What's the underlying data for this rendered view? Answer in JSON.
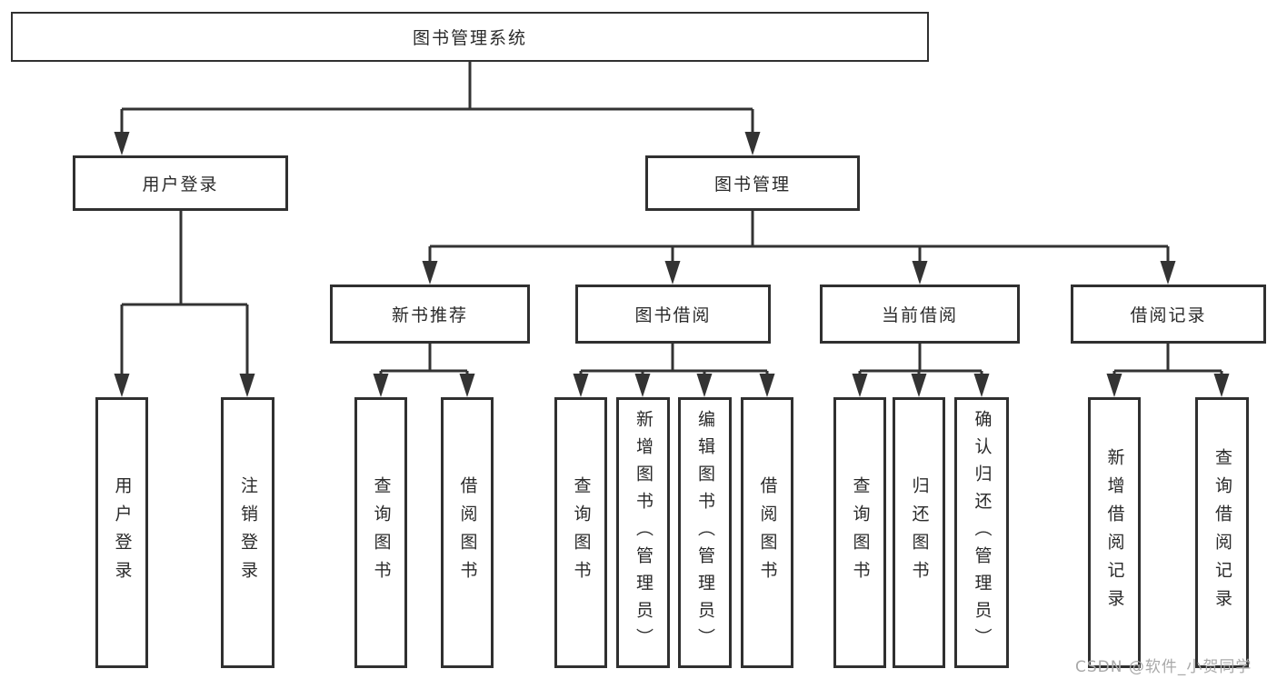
{
  "diagram_type": "hierarchy",
  "tree": {
    "label": "图书管理系统",
    "children": [
      {
        "label": "用户登录",
        "children": [
          {
            "label": "用户登录"
          },
          {
            "label": "注销登录"
          }
        ]
      },
      {
        "label": "图书管理",
        "children": [
          {
            "label": "新书推荐",
            "children": [
              {
                "label": "查询图书"
              },
              {
                "label": "借阅图书"
              }
            ]
          },
          {
            "label": "图书借阅",
            "children": [
              {
                "label": "查询图书"
              },
              {
                "label": "新增图书（管理员）"
              },
              {
                "label": "编辑图书（管理员）"
              },
              {
                "label": "借阅图书"
              }
            ]
          },
          {
            "label": "当前借阅",
            "children": [
              {
                "label": "查询图书"
              },
              {
                "label": "归还图书"
              },
              {
                "label": "确认归还（管理员）"
              }
            ]
          },
          {
            "label": "借阅记录",
            "children": [
              {
                "label": "新增借阅记录"
              },
              {
                "label": "查询借阅记录"
              }
            ]
          }
        ]
      }
    ]
  },
  "watermark": {
    "text": "CSDN @软件_小贺同学"
  },
  "colors": {
    "line": "#333333",
    "box_border": "#303030",
    "text": "#2a2a2a",
    "watermark": "#a9a9a9",
    "background": "#ffffff"
  }
}
